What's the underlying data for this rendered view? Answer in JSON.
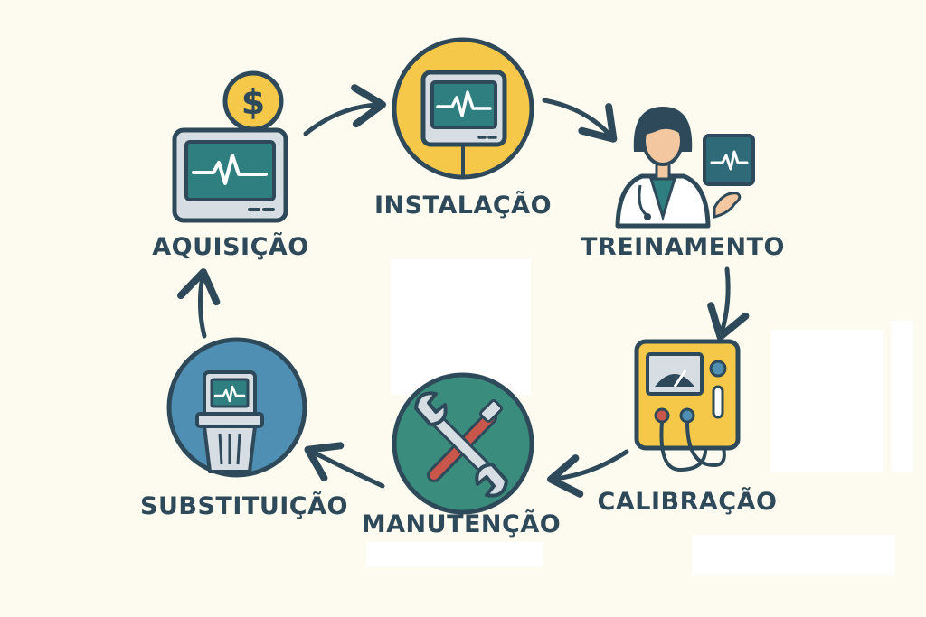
{
  "cycle": {
    "stages": [
      {
        "id": "aquisicao",
        "label": "AQUISIÇÃO",
        "icon": "monitor-dollar-icon"
      },
      {
        "id": "instalacao",
        "label": "INSTALAÇÃO",
        "icon": "monitor-circle-icon"
      },
      {
        "id": "treinamento",
        "label": "TREINAMENTO",
        "icon": "doctor-monitor-icon"
      },
      {
        "id": "calibracao",
        "label": "CALIBRAÇÃO",
        "icon": "calibrator-icon"
      },
      {
        "id": "manutencao",
        "label": "MANUTENÇÃO",
        "icon": "wrench-screwdriver-icon"
      },
      {
        "id": "substituicao",
        "label": "SUBSTITUIÇÃO",
        "icon": "trash-monitor-icon"
      }
    ],
    "currency_symbol": "$"
  },
  "colors": {
    "background": "#fdfbef",
    "ink": "#2e4a5a",
    "screen": "#2f7f80",
    "yellow": "#f6c84a",
    "blue": "#4f8fb3",
    "teal": "#3a8c7d",
    "red": "#c9564a",
    "grey": "#d6dde3"
  }
}
